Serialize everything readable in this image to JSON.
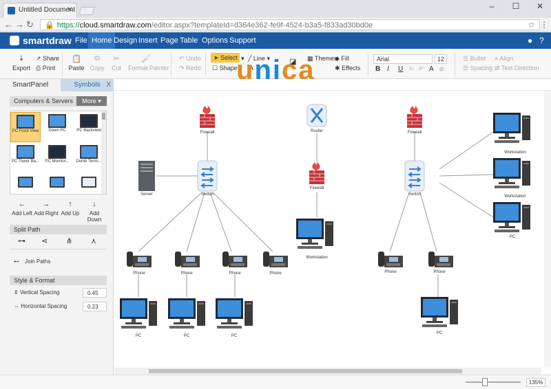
{
  "browser": {
    "tab_title": "Untitled Document — Sm",
    "url_scheme": "https://",
    "url_domain": "cloud.smartdraw.com",
    "url_path": "/editor.aspx?templateId=d364e362-fe9f-4524-b3a5-f833ad30bd0e"
  },
  "app": {
    "logo": "smartdraw",
    "menu": [
      "File",
      "Home",
      "Design",
      "Insert",
      "Page",
      "Table",
      "Options",
      "Support"
    ],
    "active_menu": "Home"
  },
  "ribbon": {
    "export": "Export",
    "share": "Share",
    "print": "Print",
    "paste": "Paste",
    "copy": "Copy",
    "cut": "Cut",
    "format_painter": "Format Painter",
    "undo": "Undo",
    "redo": "Redo",
    "select": "Select",
    "shape": "Shape",
    "line": "Line",
    "themes": "Themes",
    "fill": "Fill",
    "effects": "Effects",
    "font": "Arial",
    "font_size": "12",
    "bullet": "Bullet",
    "align": "Align",
    "spacing": "Spacing",
    "text_direction": "Text Direction",
    "bold": "B",
    "italic": "I",
    "underline": "U",
    "color_a": "A"
  },
  "watermark": {
    "part1": "u",
    "part2": "ni",
    "part3": "ca"
  },
  "panel": {
    "tab_smartpanel": "SmartPanel",
    "tab_symbols": "Symbols",
    "close": "X",
    "library": "Computers & Servers",
    "more": "More",
    "symbols": [
      "PC Front View",
      "Down PC",
      "PC Backview",
      "PC Tower Ba...",
      "PC Monitor...",
      "Dumb Termi..."
    ],
    "add_left": "Add Left",
    "add_right": "Add Right",
    "add_up": "Add Up",
    "add_down": "Add Down",
    "split_path": "Split Path",
    "join_paths": "Join Paths",
    "style_format": "Style & Format",
    "vertical_spacing_label": "Vertical Spacing",
    "vertical_spacing": "0.45",
    "horizontal_spacing_label": "Horizontal Spacing",
    "horizontal_spacing": "0.23"
  },
  "diagram": {
    "firewall": "Firewall",
    "router": "Router",
    "switch": "Switch",
    "server": "Server",
    "workstation": "Workstation",
    "phone": "Phone",
    "pc": "PC"
  },
  "status": {
    "zoom": "135%"
  },
  "colors": {
    "brand": "#1c5aa3",
    "select": "#f9c53b",
    "monitor": "#4b96dd"
  }
}
